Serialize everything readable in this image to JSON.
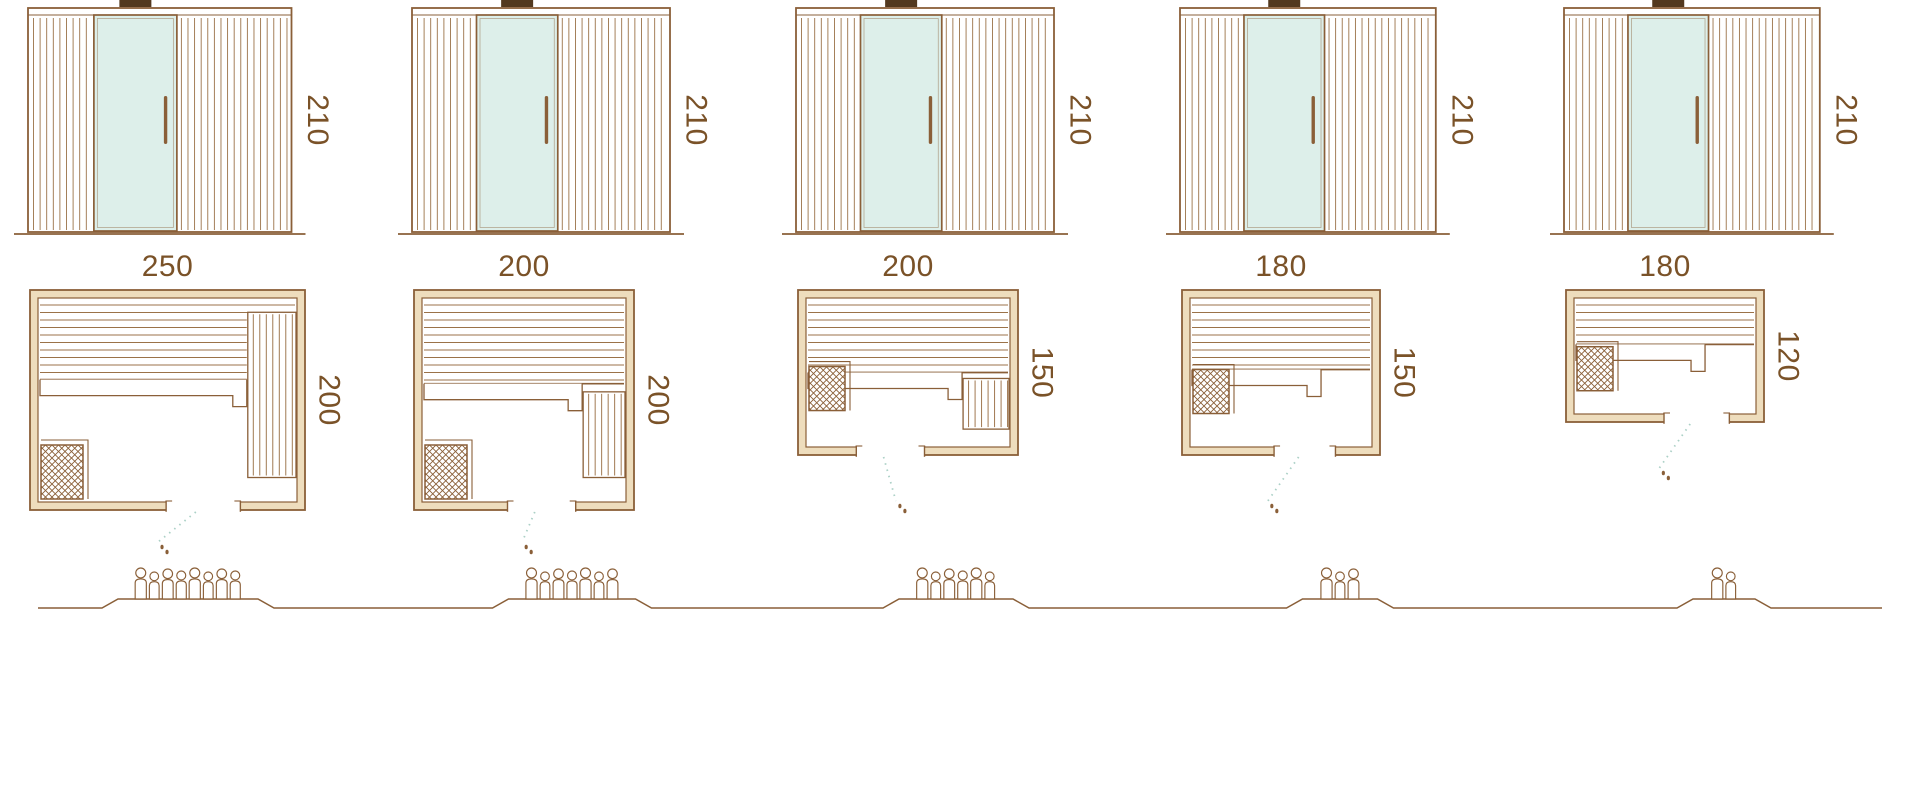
{
  "title": "sauna-size-comparison-diagram",
  "palette": {
    "line": "#8a5f38",
    "slat": "#9b7248",
    "glass": "#ddefea",
    "tab": "#53391f",
    "label": "#7a5228",
    "wall_fill": "#eeddbd",
    "swing": "#abd0c6",
    "people": "#8a5f38"
  },
  "models": [
    {
      "id": "sauna-250x200",
      "width_label": "250",
      "depth_label": "200",
      "height_label": "210",
      "width_cm": 250,
      "depth_cm": 200,
      "height_cm": 210,
      "capacity": 8,
      "plan": {
        "bench_depth": 0.4,
        "right_bench": true,
        "right_bench_width": 0.19,
        "right_bench_top": 0.07,
        "step": true,
        "heater_pos": "bottom",
        "heater_y": 0,
        "door_center": 0.63,
        "door_width": 0.27,
        "swing": -0.9
      }
    },
    {
      "id": "sauna-200x200",
      "width_label": "200",
      "depth_label": "200",
      "height_label": "210",
      "width_cm": 200,
      "depth_cm": 200,
      "height_cm": 210,
      "capacity": 7,
      "plan": {
        "bench_depth": 0.42,
        "right_bench": true,
        "right_bench_width": 0.21,
        "right_bench_top": 0.46,
        "step": true,
        "heater_pos": "bottom",
        "heater_y": 0,
        "door_center": 0.58,
        "door_width": 0.31,
        "swing": -0.3
      }
    },
    {
      "id": "sauna-200x150",
      "width_label": "200",
      "depth_label": "150",
      "height_label": "210",
      "width_cm": 200,
      "depth_cm": 150,
      "height_cm": 210,
      "capacity": 6,
      "plan": {
        "bench_depth": 0.5,
        "right_bench": true,
        "right_bench_width": 0.23,
        "right_bench_top": 0.54,
        "step": true,
        "heater_pos": "left",
        "heater_y": 0.46,
        "door_center": 0.42,
        "door_width": 0.31,
        "swing": 0.2
      }
    },
    {
      "id": "sauna-180x150",
      "width_label": "180",
      "depth_label": "150",
      "height_label": "210",
      "width_cm": 180,
      "depth_cm": 150,
      "height_cm": 210,
      "capacity": 3,
      "plan": {
        "bench_depth": 0.48,
        "right_bench": false,
        "right_bench_width": 0,
        "right_bench_top": 0,
        "step": true,
        "heater_pos": "left",
        "heater_y": 0.48,
        "door_center": 0.62,
        "door_width": 0.31,
        "swing": -0.5
      }
    },
    {
      "id": "sauna-180x120",
      "width_label": "180",
      "depth_label": "120",
      "height_label": "210",
      "width_cm": 180,
      "depth_cm": 120,
      "height_cm": 210,
      "capacity": 2,
      "plan": {
        "bench_depth": 0.4,
        "right_bench": false,
        "right_bench_width": 0,
        "right_bench_top": 0,
        "step": true,
        "heater_pos": "left",
        "heater_y": 0.42,
        "door_center": 0.66,
        "door_width": 0.33,
        "swing": -0.5
      }
    }
  ]
}
